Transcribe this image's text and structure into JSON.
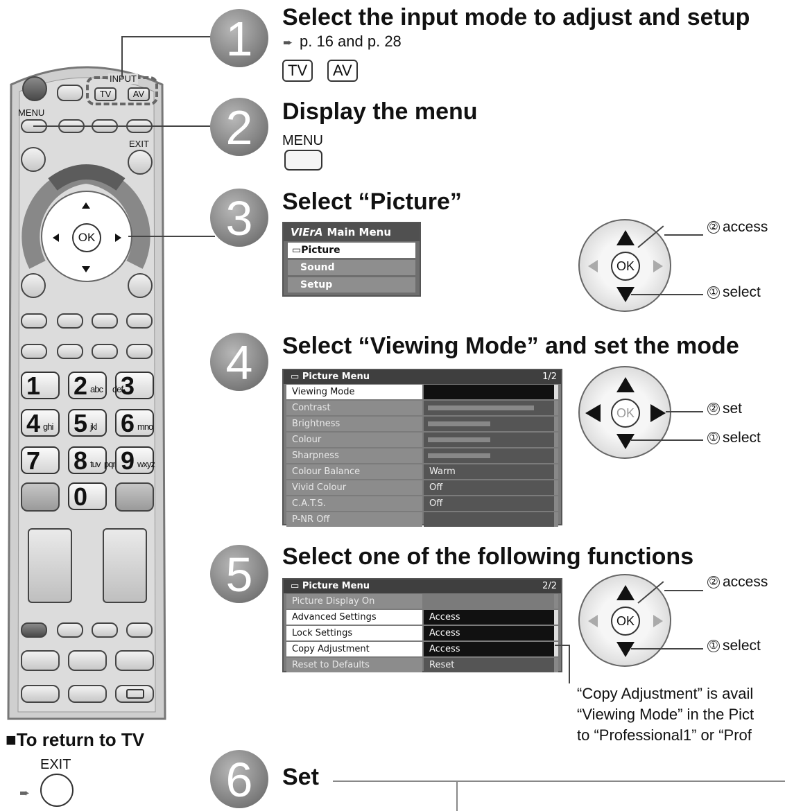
{
  "remote": {
    "input_label": "INPUT",
    "tv_label": "TV",
    "av_label": "AV",
    "menu_label": "MENU",
    "exit_label": "EXIT",
    "ok_label": "OK",
    "numbers": [
      {
        "digit": "1",
        "letters": ""
      },
      {
        "digit": "2",
        "letters": "abc"
      },
      {
        "digit": "3",
        "letters": "def"
      },
      {
        "digit": "4",
        "letters": "ghi"
      },
      {
        "digit": "5",
        "letters": "jkl"
      },
      {
        "digit": "6",
        "letters": "mno"
      },
      {
        "digit": "7",
        "letters": ""
      },
      {
        "digit": "8",
        "letters": "tuv"
      },
      {
        "digit": "9",
        "letters": "wxyz"
      },
      {
        "digit": "0",
        "letters": ""
      }
    ],
    "pqrs": "pqrs"
  },
  "return_section": {
    "title": "■To return to TV",
    "exit_label": "EXIT"
  },
  "steps": [
    {
      "number": "1",
      "title": "Select the input mode to adjust and setup",
      "ref": "p. 16 and p. 28",
      "keys": [
        "TV",
        "AV"
      ]
    },
    {
      "number": "2",
      "title": "Display the menu",
      "key_label": "MENU"
    },
    {
      "number": "3",
      "title": "Select “Picture”"
    },
    {
      "number": "4",
      "title": "Select “Viewing Mode” and set the mode"
    },
    {
      "number": "5",
      "title": "Select one of the following functions"
    },
    {
      "number": "6",
      "title": "Set"
    }
  ],
  "main_menu": {
    "logo": "VIErA",
    "title": "Main Menu",
    "items": [
      "Picture",
      "Sound",
      "Setup"
    ]
  },
  "picture_menu_1": {
    "title": "Picture Menu",
    "page": "1/2",
    "rows": [
      {
        "label": "Viewing Mode",
        "value": ""
      },
      {
        "label": "Contrast",
        "value": ""
      },
      {
        "label": "Brightness",
        "value": ""
      },
      {
        "label": "Colour",
        "value": ""
      },
      {
        "label": "Sharpness",
        "value": ""
      },
      {
        "label": "Colour Balance",
        "value": "Warm"
      },
      {
        "label": "Vivid Colour",
        "value": "Off"
      },
      {
        "label": "C.A.T.S.",
        "value": "Off"
      },
      {
        "label": "P-NR Off",
        "value": ""
      }
    ],
    "bar_levels": [
      0.85,
      0.5,
      0.5,
      0.5
    ]
  },
  "picture_menu_2": {
    "title": "Picture Menu",
    "page": "2/2",
    "rows": [
      {
        "label": "Picture Display On",
        "value": ""
      },
      {
        "label": "Advanced Settings",
        "value": "Access"
      },
      {
        "label": "Lock Settings",
        "value": "Access"
      },
      {
        "label": "Copy Adjustment",
        "value": "Access"
      },
      {
        "label": "Reset to Defaults",
        "value": "Reset"
      }
    ]
  },
  "dpad_labels": {
    "ok": "OK",
    "access": "access",
    "select": "select",
    "set": "set",
    "circle_1": "①",
    "circle_2": "②"
  },
  "note_lines": [
    "“Copy Adjustment” is avail",
    "“Viewing Mode” in the Pict",
    "to “Professional1” or “Prof"
  ]
}
